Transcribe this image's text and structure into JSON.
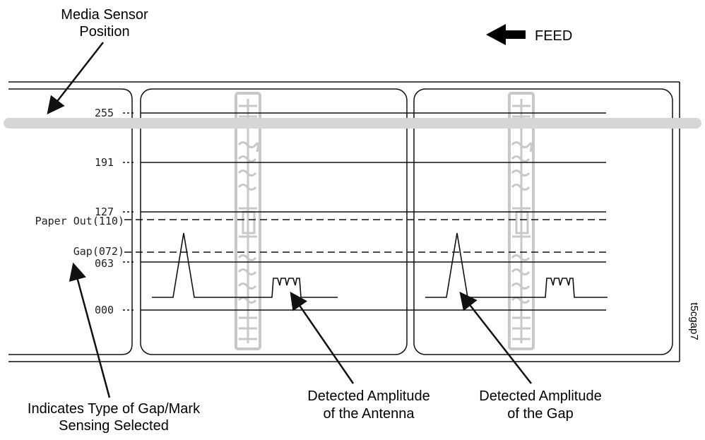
{
  "labels": {
    "media_sensor_line1": "Media Sensor",
    "media_sensor_line2": "Position",
    "feed": "FEED",
    "indicates_line1": "Indicates Type of Gap/Mark",
    "indicates_line2": "Sensing Selected",
    "antenna_line1": "Detected Amplitude",
    "antenna_line2": "of the Antenna",
    "gap_line1": "Detected Amplitude",
    "gap_line2": "of the Gap",
    "figure_code": "t5cgap7"
  },
  "scale_ticks": [
    "255",
    "191",
    "127",
    "063",
    "000"
  ],
  "thresholds": {
    "paper_out": "Paper Out(110)",
    "gap": "Gap(072)"
  },
  "colors": {
    "line": "#111111",
    "antenna": "#c8c8c8",
    "sensor_bar": "#d6d6d6"
  }
}
